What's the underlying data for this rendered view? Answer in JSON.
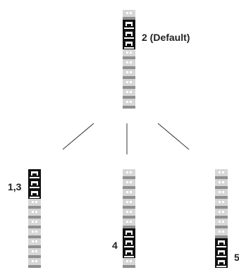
{
  "figure": {
    "top_strip": {
      "label": "2 (Default)",
      "slots": 10,
      "black_slots": [
        1,
        2,
        3
      ]
    },
    "bottom_strips": [
      {
        "label": "1,3",
        "slots": 10,
        "black_slots": [
          0,
          1,
          2
        ]
      },
      {
        "label": "4",
        "slots": 10,
        "black_slots": [
          6,
          7,
          8
        ]
      },
      {
        "label": "5",
        "slots": 10,
        "black_slots": [
          7,
          8,
          9
        ]
      }
    ]
  }
}
